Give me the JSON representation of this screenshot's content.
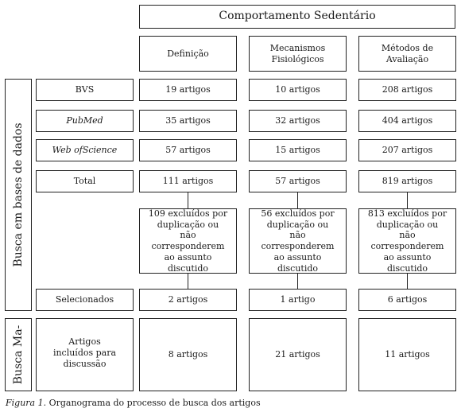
{
  "title": "Comportamento Sedentário",
  "columns": [
    "Definição",
    "Mecanismos Fisiológicos",
    "Métodos de Avaliação"
  ],
  "sidebars": {
    "databases": "Busca em bases de dados",
    "manual": "Busca Ma-"
  },
  "rows": {
    "bvs": {
      "label": "BVS",
      "values": [
        "19 artigos",
        "10 artigos",
        "208 artigos"
      ]
    },
    "pubmed": {
      "label": "PubMed",
      "values": [
        "35 artigos",
        "32 artigos",
        "404 artigos"
      ]
    },
    "wos": {
      "label": "Web ofScience",
      "values": [
        "57 artigos",
        "15 artigos",
        "207 artigos"
      ]
    },
    "total": {
      "label": "Total",
      "values": [
        "111 artigos",
        "57 artigos",
        "819 artigos"
      ]
    },
    "excluded": {
      "values": [
        "109 excluídos por duplicação ou não corresponderem ao assunto discutido",
        "56 excluídos por duplicação ou não corresponderem ao assunto discutido",
        "813 excluídos por duplicação ou não corresponderem ao assunto discutido"
      ]
    },
    "selected": {
      "label": "Selecionados",
      "values": [
        "2 artigos",
        "1 artigo",
        "6 artigos"
      ]
    },
    "included": {
      "label": "Artigos incluídos para discussão",
      "values": [
        "8 artigos",
        "21 artigos",
        "11 artigos"
      ]
    }
  },
  "caption": {
    "figure": "Figura 1.",
    "text": " Organograma do processo de busca dos artigos"
  }
}
